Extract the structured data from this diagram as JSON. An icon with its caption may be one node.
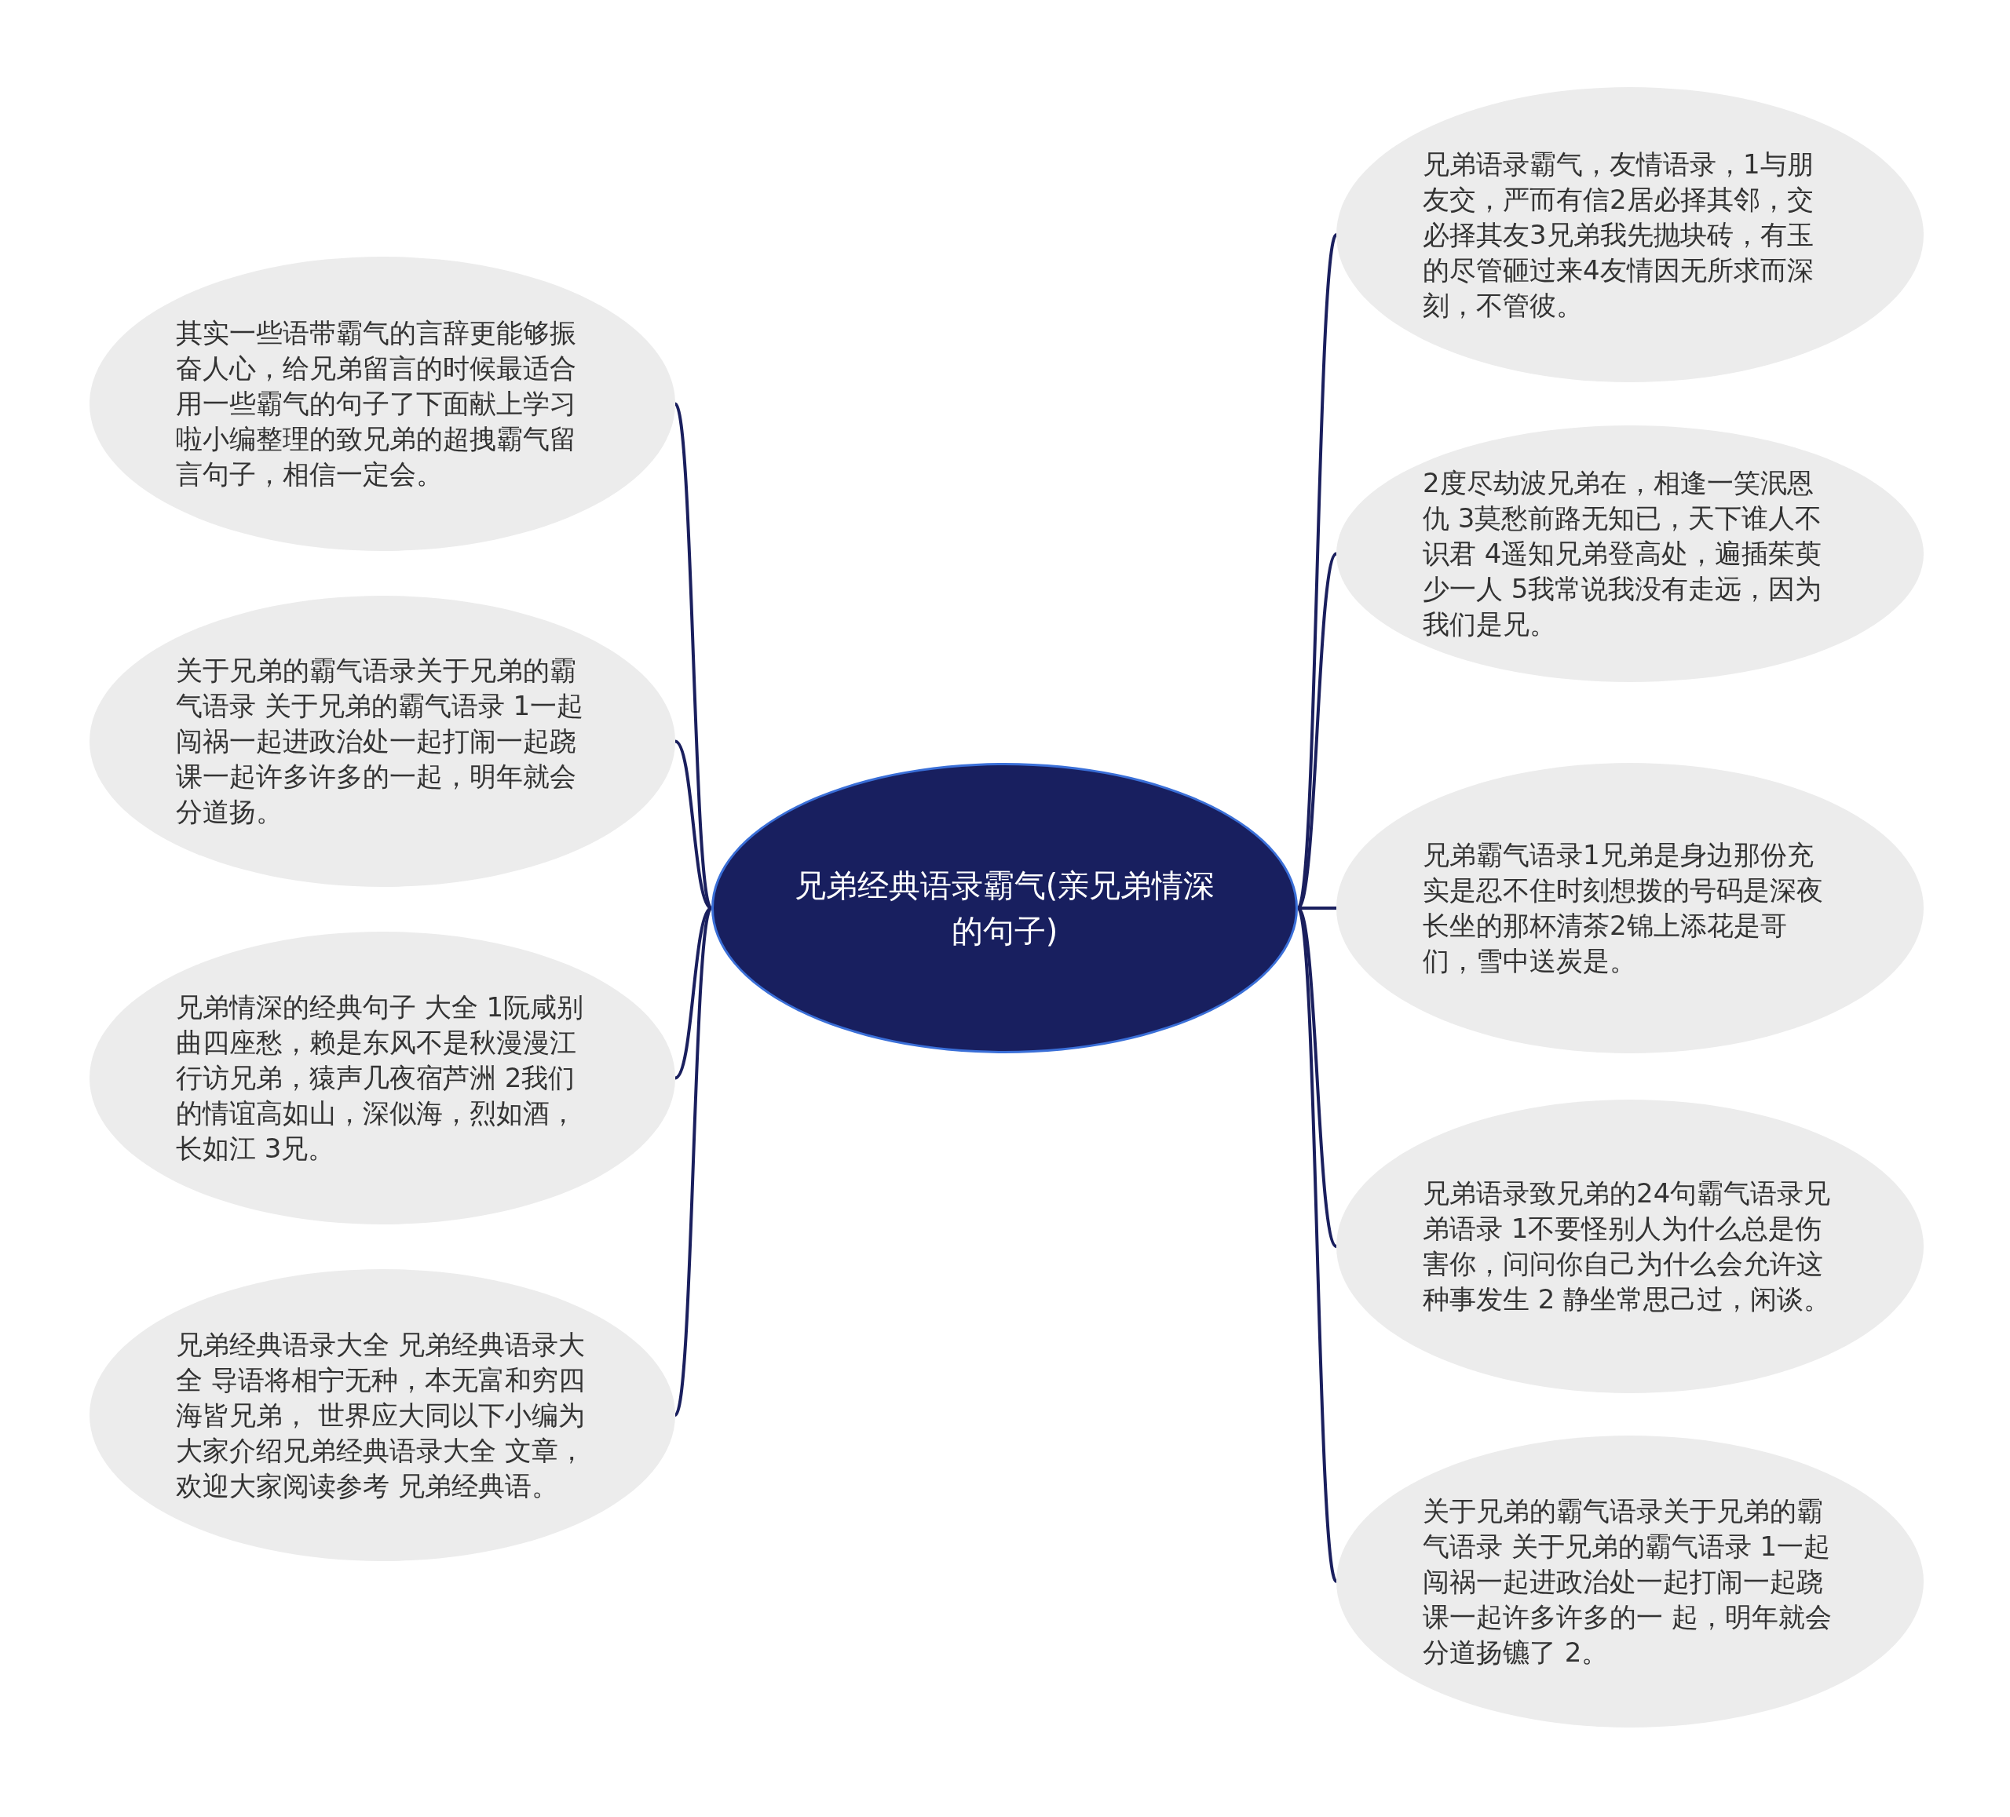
{
  "diagram": {
    "nodes": [
      {
        "text": [
          "兄弟经典语录霸气(亲兄弟情深的句子)"
        ]
      },
      {
        "text": [
          "其实一些语带霸气的言辞更能够振奋人心，给兄弟留言的时候最适合用一些霸气的句子了下面献上学习啦小编整理的致兄弟的超拽霸气留言句子，相信一定会。"
        ]
      },
      {
        "text": [
          "关于兄弟的霸气语录关于兄弟的霸气语录 关于兄弟的霸气语录 1一起闯祸一起进政治处一起打闹一起跷课一起许多许多的一起，明年就会分道扬。"
        ]
      },
      {
        "text": [
          "兄弟情深的经典句子 大全 1阮咸别曲四座愁，赖是东风不是秋漫漫江行访兄弟，猿声几夜宿芦洲 2我们的情谊高如山，深似海，烈如酒，长如江 3兄。"
        ]
      },
      {
        "text": [
          "兄弟经典语录大全  兄弟经典语录大全 导语将相宁无种，本无富和穷四海皆兄弟， 世界应大同以下小编为大家介绍兄弟经典语录大全 文章，欢迎大家阅读参考 兄弟经典语。"
        ]
      },
      {
        "text": [
          "兄弟语录霸气，友情语录，1与朋友交，严而有信2居必择其邻，交必择其友3兄弟我先抛块砖，有玉的尽管砸过来4友情因无所求而深刻，不管彼。"
        ]
      },
      {
        "text": [
          "2度尽劫波兄弟在，相逢一笑泯恩仇 3莫愁前路无知已，天下谁人不识君 4遥知兄弟登高处，遍插茱萸少一人 5我常说我没有走远，因为我们是兄。"
        ]
      },
      {
        "text": [
          "兄弟霸气语录1兄弟是身边那份充实是忍不住时刻想拨的号码是深夜长坐的那杯清茶2锦上添花是哥们，雪中送炭是。"
        ]
      },
      {
        "text": [
          "兄弟语录致兄弟的24句霸气语录兄弟语录 1不要怪别人为什么总是伤害你，问问你自己为什么会允许这种事发生 2 静坐常思己过，闲谈。"
        ]
      },
      {
        "text": [
          "关于兄弟的霸气语录关于兄弟的霸气语录 关于兄弟的霸气语录 1一起闯祸一起进政治处一起打闹一起跷课一起许多许多的一 起，明年就会分道扬镳了 2。"
        ]
      }
    ],
    "edges": [
      {
        "from": 0,
        "to": 1,
        "arrow": "none"
      },
      {
        "from": 0,
        "to": 2,
        "arrow": "none"
      },
      {
        "from": 0,
        "to": 3,
        "arrow": "none"
      },
      {
        "from": 0,
        "to": 4,
        "arrow": "none"
      },
      {
        "from": 0,
        "to": 5,
        "arrow": "none"
      },
      {
        "from": 0,
        "to": 6,
        "arrow": "none"
      },
      {
        "from": 0,
        "to": 7,
        "arrow": "none"
      },
      {
        "from": 0,
        "to": 8,
        "arrow": "none"
      },
      {
        "from": 0,
        "to": 9,
        "arrow": "none"
      }
    ]
  }
}
